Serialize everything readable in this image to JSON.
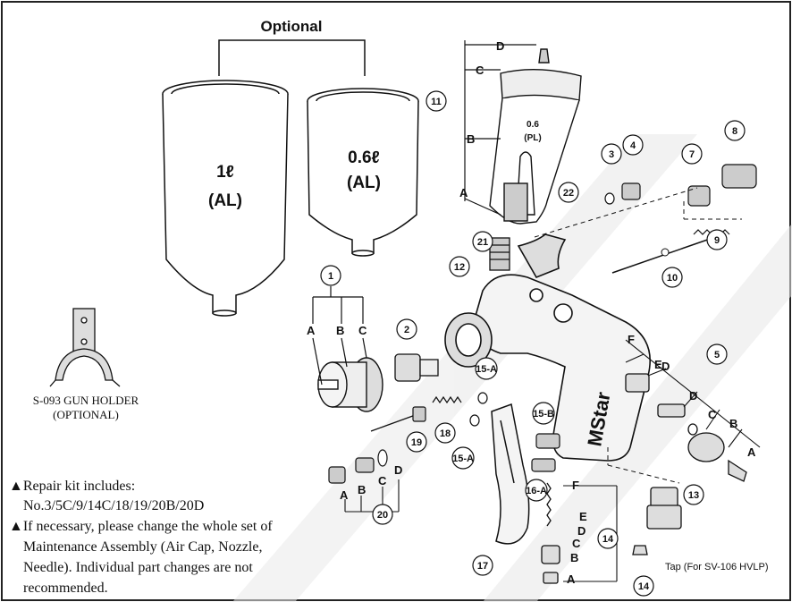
{
  "optional_title": "Optional",
  "cups": [
    {
      "size": "1ℓ",
      "material": "(AL)"
    },
    {
      "size": "0.6ℓ",
      "material": "(AL)"
    }
  ],
  "holder": {
    "line1": "S-093 GUN HOLDER",
    "line2": "(OPTIONAL)"
  },
  "notes": [
    "▲Repair kit includes:",
    "No.3/5C/9/14C/18/19/20B/20D",
    "▲If necessary, please change the whole set of",
    "Maintenance Assembly (Air Cap, Nozzle,",
    "Needle). Individual part changes are not",
    "recommended."
  ],
  "tap_note": "Tap (For SV-106 HVLP)",
  "cup_label": {
    "size": "0.6",
    "material": "(PL)"
  },
  "brand": "MStar",
  "callouts": [
    "1",
    "2",
    "3",
    "4",
    "7",
    "8",
    "9",
    "10",
    "11",
    "12",
    "13",
    "14",
    "14",
    "15-A",
    "15-A",
    "15-B",
    "16-A",
    "17",
    "18",
    "19",
    "20",
    "21",
    "22",
    "5"
  ],
  "letters": [
    "A",
    "B",
    "C",
    "D",
    "A",
    "B",
    "C",
    "D",
    "A",
    "B",
    "C",
    "D",
    "A",
    "B",
    "C",
    "D",
    "E",
    "F",
    "A",
    "B",
    "C",
    "D",
    "E",
    "F"
  ]
}
